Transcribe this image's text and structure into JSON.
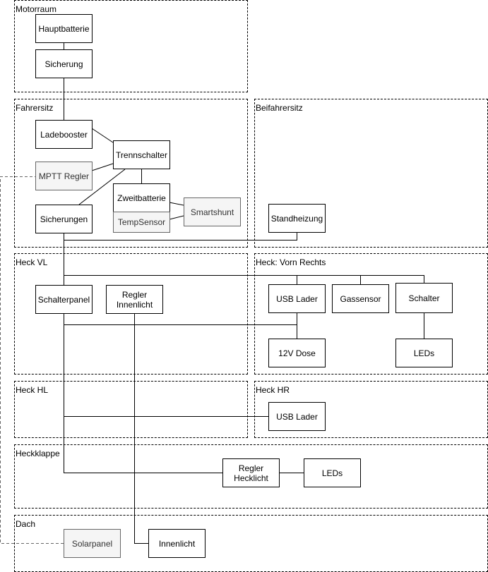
{
  "zones": {
    "motorraum": "Motorraum",
    "fahrersitz": "Fahrersitz",
    "beifahrersitz": "Beifahrersitz",
    "heck_vl": "Heck VL",
    "heck_vorn_rechts": "Heck: Vorn Rechts",
    "heck_hl": "Heck HL",
    "heck_hr": "Heck HR",
    "heckklappe": "Heckklappe",
    "dach": "Dach"
  },
  "nodes": {
    "hauptbatterie": "Hauptbatterie",
    "sicherung": "Sicherung",
    "ladebooster": "Ladebooster",
    "trennschalter": "Trennschalter",
    "mptt_regler": "MPTT Regler",
    "zweitbatterie": "Zweitbatterie",
    "smartshunt": "Smartshunt",
    "tempsensor": "TempSensor",
    "sicherungen": "Sicherungen",
    "standheizung": "Standheizung",
    "schalterpanel": "Schalterpanel",
    "regler_innenlicht": "Regler\nInnenlicht",
    "usb_lader_vr": "USB Lader",
    "gassensor": "Gassensor",
    "schalter": "Schalter",
    "dose_12v": "12V Dose",
    "leds_vr": "LEDs",
    "usb_lader_hr": "USB Lader",
    "regler_hecklicht": "Regler\nHecklicht",
    "leds_heckklappe": "LEDs",
    "solarpanel": "Solarpanel",
    "innenlicht": "Innenlicht"
  },
  "colors": {
    "line": "#000000",
    "muted_fill": "#f5f5f5",
    "muted_stroke": "#666666",
    "dashed_link": "#666666"
  }
}
